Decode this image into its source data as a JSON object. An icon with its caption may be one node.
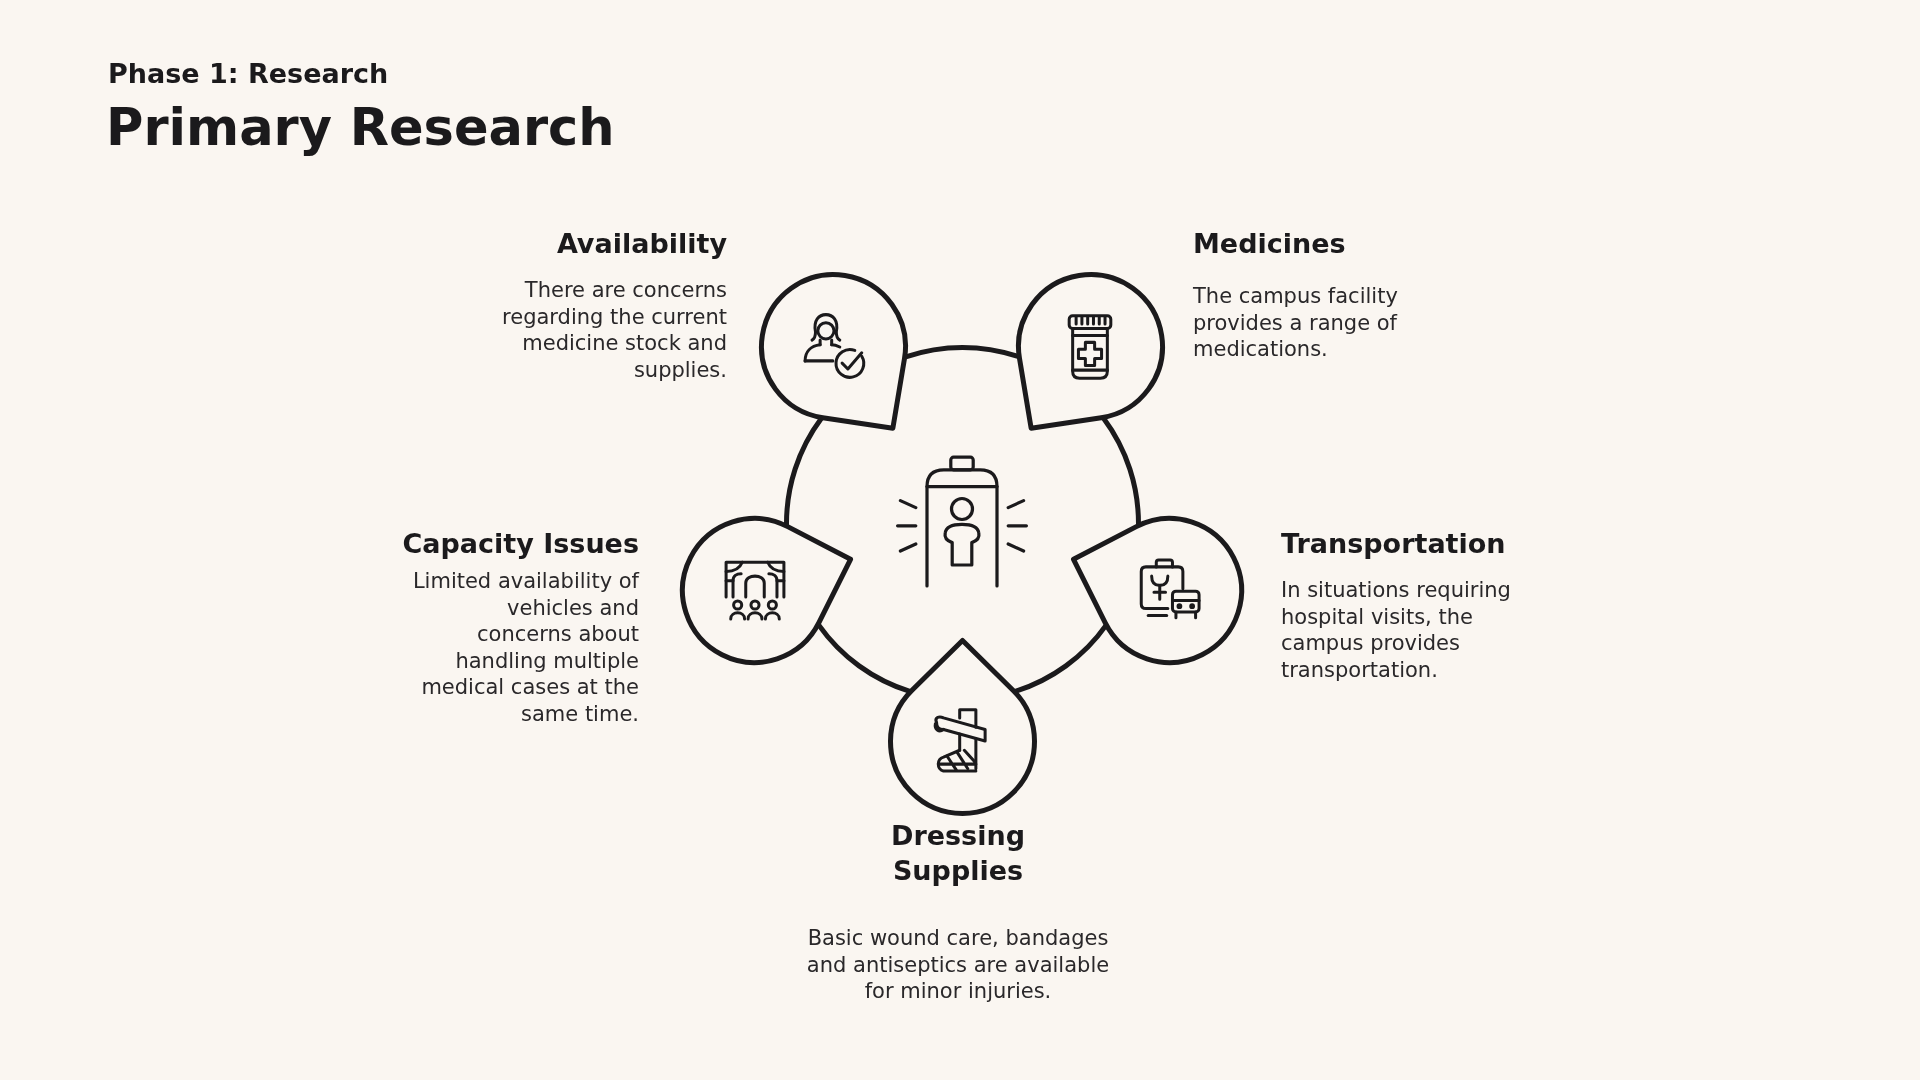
{
  "diagram": {
    "title": "Primary Research",
    "nodes": [
      {
        "text": [],
        "shape": "circle"
      },
      {
        "text": [],
        "shape": "teardrop",
        "beside": [
          "Availability",
          "There are concerns regarding the current medicine stock and supplies."
        ]
      },
      {
        "text": [],
        "shape": "teardrop",
        "beside": [
          "Medicines",
          "The campus facility provides a range of medications."
        ]
      },
      {
        "text": [],
        "shape": "teardrop",
        "beside": [
          "Capacity Issues",
          "Limited availability of vehicles and concerns about handling multiple medical cases at the same time."
        ]
      },
      {
        "text": [],
        "shape": "teardrop",
        "beside": [
          "Transportation",
          "In situations requiring hospital visits, the campus provides transportation."
        ]
      },
      {
        "text": [],
        "shape": "teardrop",
        "beside": [
          "Dressing Supplies",
          "Basic wound care, bandages and antiseptics are available for minor injuries."
        ]
      }
    ],
    "labels": [
      "Phase 1: Research"
    ]
  }
}
